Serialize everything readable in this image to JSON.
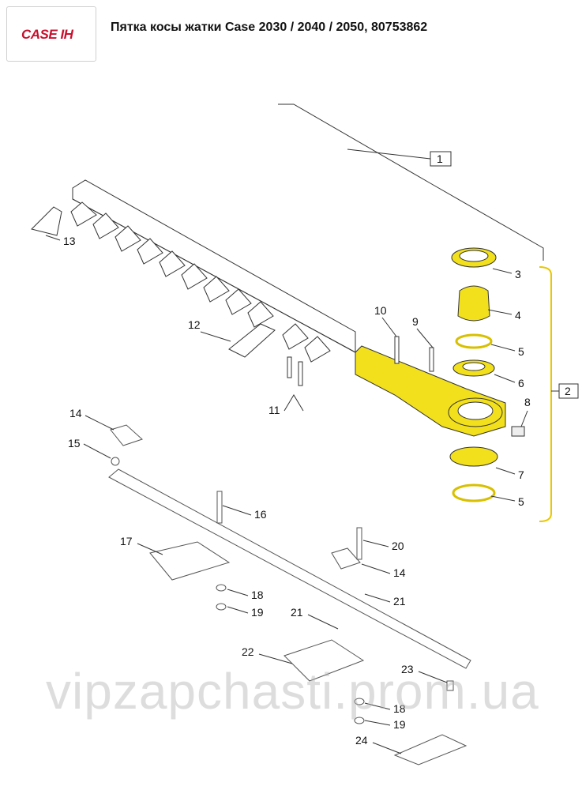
{
  "header": {
    "logo_text": "CASE IH",
    "title": "Пятка косы жатки Case 2030 / 2040 / 2050, 80753862"
  },
  "diagram": {
    "highlight_color": "#f2e01c",
    "callouts": [
      {
        "id": "c1",
        "label": "1"
      },
      {
        "id": "c2",
        "label": "2"
      },
      {
        "id": "c3",
        "label": "3"
      },
      {
        "id": "c4",
        "label": "4"
      },
      {
        "id": "c5a",
        "label": "5"
      },
      {
        "id": "c6",
        "label": "6"
      },
      {
        "id": "c5b",
        "label": "5"
      },
      {
        "id": "c7",
        "label": "7"
      },
      {
        "id": "c8",
        "label": "8"
      },
      {
        "id": "c9",
        "label": "9"
      },
      {
        "id": "c10",
        "label": "10"
      },
      {
        "id": "c11",
        "label": "11"
      },
      {
        "id": "c12",
        "label": "12"
      },
      {
        "id": "c13",
        "label": "13"
      },
      {
        "id": "c14a",
        "label": "14"
      },
      {
        "id": "c15",
        "label": "15"
      },
      {
        "id": "c16",
        "label": "16"
      },
      {
        "id": "c17",
        "label": "17"
      },
      {
        "id": "c18a",
        "label": "18"
      },
      {
        "id": "c19a",
        "label": "19"
      },
      {
        "id": "c20",
        "label": "20"
      },
      {
        "id": "c14b",
        "label": "14"
      },
      {
        "id": "c21a",
        "label": "21"
      },
      {
        "id": "c21b",
        "label": "21"
      },
      {
        "id": "c22",
        "label": "22"
      },
      {
        "id": "c23",
        "label": "23"
      },
      {
        "id": "c18b",
        "label": "18"
      },
      {
        "id": "c19b",
        "label": "19"
      },
      {
        "id": "c24",
        "label": "24"
      }
    ]
  },
  "watermark": "vipzapchasti.prom.ua"
}
